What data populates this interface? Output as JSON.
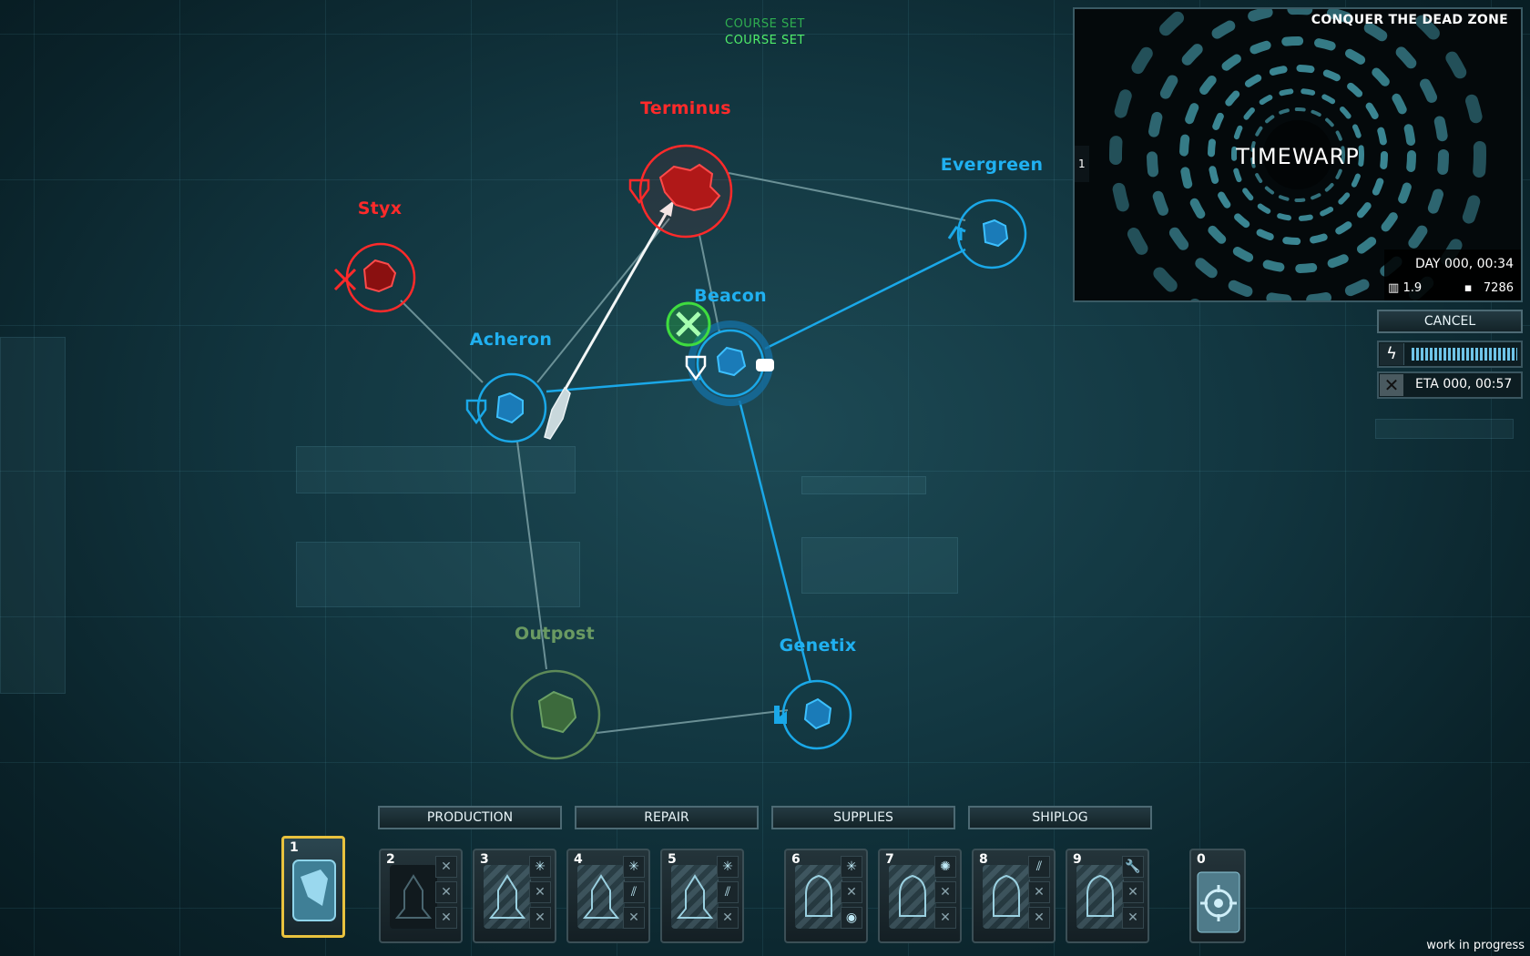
{
  "status": {
    "course_msgs": [
      "COURSE SET",
      "COURSE SET"
    ]
  },
  "planets": {
    "terminus": {
      "name": "Terminus",
      "faction": "enemy"
    },
    "styx": {
      "name": "Styx",
      "faction": "enemy"
    },
    "evergreen": {
      "name": "Evergreen",
      "faction": "allied"
    },
    "beacon": {
      "name": "Beacon",
      "faction": "allied"
    },
    "acheron": {
      "name": "Acheron",
      "faction": "allied"
    },
    "outpost": {
      "name": "Outpost",
      "faction": "neutral"
    },
    "genetix": {
      "name": "Genetix",
      "faction": "allied"
    }
  },
  "colors": {
    "enemy": "#ff2a2a",
    "allied": "#20b0f0",
    "neutral": "#6a9a62",
    "course_green": "#3fdc3f",
    "selected_slot": "#e9c23e"
  },
  "timewarp": {
    "mission": "CONQUER THE DEAD ZONE",
    "label": "TIMEWARP",
    "speed": "1",
    "day": "DAY 000, 00:34",
    "res_a": "1.9",
    "res_b": "7286"
  },
  "controls": {
    "cancel": "CANCEL",
    "energy_level": 1.0,
    "eta": "ETA 000, 00:57"
  },
  "tabs": [
    "PRODUCTION",
    "REPAIR",
    "SUPPLIES",
    "SHIPLOG"
  ],
  "slots": [
    {
      "num": "1",
      "selected": true
    },
    {
      "num": "2",
      "icons": [
        "close-icon",
        "close-icon",
        "close-icon"
      ]
    },
    {
      "num": "3",
      "icons": [
        "laser-icon",
        "close-icon",
        "close-icon"
      ]
    },
    {
      "num": "4",
      "icons": [
        "laser-icon",
        "missile-icon",
        "close-icon"
      ]
    },
    {
      "num": "5",
      "icons": [
        "laser-icon",
        "missile-icon",
        "close-icon"
      ]
    },
    {
      "num": "6",
      "icons": [
        "laser-icon",
        "close-icon",
        "signal-icon"
      ]
    },
    {
      "num": "7",
      "icons": [
        "mine-icon",
        "close-icon",
        "close-icon"
      ]
    },
    {
      "num": "8",
      "icons": [
        "missile-icon",
        "close-icon",
        "close-icon"
      ]
    },
    {
      "num": "9",
      "icons": [
        "wrench-icon",
        "close-icon",
        "close-icon"
      ]
    },
    {
      "num": "0",
      "icons": []
    }
  ],
  "footer": {
    "wip": "work in progress"
  }
}
